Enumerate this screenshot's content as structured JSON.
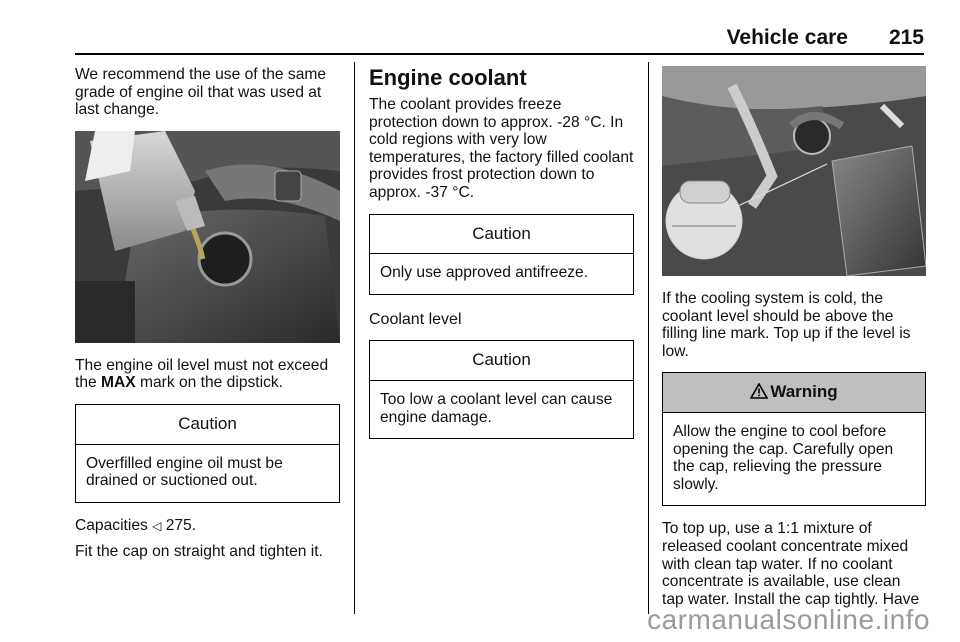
{
  "header": {
    "section": "Vehicle care",
    "page": "215"
  },
  "col1": {
    "intro": "We recommend the use of the same grade of engine oil that was used at last change.",
    "oil_level_pre": "The engine oil level must not exceed the ",
    "oil_level_bold": "MAX",
    "oil_level_post": " mark on the dipstick.",
    "caution_title": "Caution",
    "caution_text": "Overfilled engine oil must be drained or suctioned out.",
    "capacities_pre": "Capacities ",
    "capacities_arrow": "◁",
    "capacities_ref": " 275.",
    "cap_text": "Fit the cap on straight and tighten it."
  },
  "col2": {
    "heading": "Engine coolant",
    "intro": "The coolant provides freeze protection down to approx. -28 °C. In cold regions with very low temperatures, the factory filled coolant provides frost protection down to approx. -37 °C.",
    "caution1_title": "Caution",
    "caution1_text": "Only use approved antifreeze.",
    "subheading": "Coolant level",
    "caution2_title": "Caution",
    "caution2_text": "Too low a coolant level can cause engine damage."
  },
  "col3": {
    "cold_text": "If the cooling system is cold, the coolant level should be above the filling line mark. Top up if the level is low.",
    "warning_title": "Warning",
    "warning_text": "Allow the engine to cool before opening the cap. Carefully open the cap, relieving the pressure slowly.",
    "topup_text": "To top up, use a 1:1 mixture of released coolant concentrate mixed with clean tap water. If no coolant concentrate is available, use clean tap water. Install the cap tightly. Have"
  },
  "watermark": "carmanualsonline.info",
  "colors": {
    "warning_header": "#bfbfbf",
    "rule": "#000000"
  }
}
